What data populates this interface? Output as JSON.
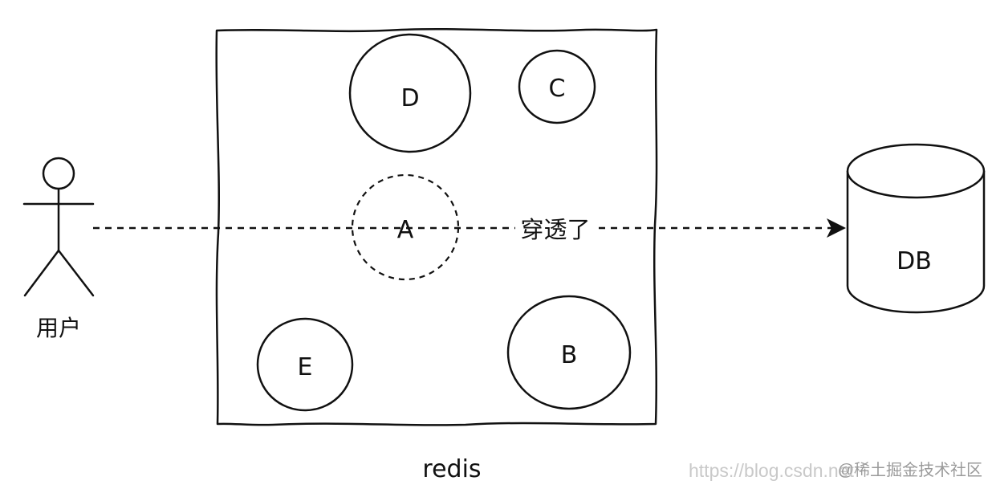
{
  "user": {
    "label": "用户"
  },
  "cache": {
    "label": "redis",
    "keys": {
      "D": "D",
      "C": "C",
      "A": "A",
      "E": "E",
      "B": "B"
    }
  },
  "flow": {
    "label": "穿透了"
  },
  "db": {
    "label": "DB"
  },
  "watermark": {
    "url": "https://blog.csdn.net",
    "site": "@稀土掘金技术社区"
  }
}
